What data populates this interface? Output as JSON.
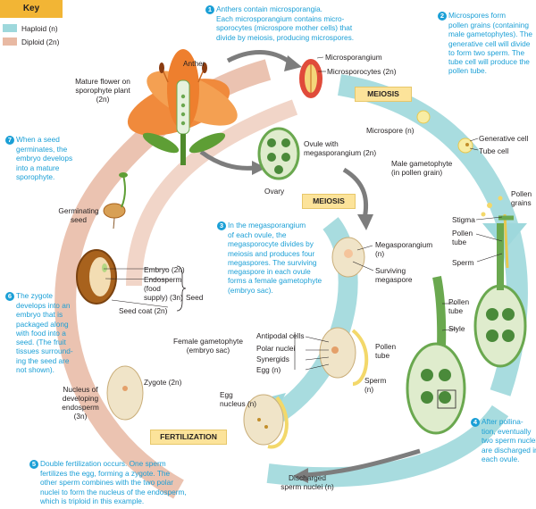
{
  "key": {
    "title": "Key",
    "haploid": "Haploid (n)",
    "diploid": "Diploid (2n)",
    "haploid_color": "#9ed8dc",
    "diploid_color": "#e8b9a3"
  },
  "stages": {
    "meiosis_top": "MEIOSIS",
    "meiosis_mid": "MEIOSIS",
    "fertilization": "FERTILIZATION"
  },
  "steps": {
    "s1": {
      "num": "1",
      "lines": [
        "Anthers contain microsporangia.",
        "Each microsporangium contains micro-",
        "sporocytes (microspore mother cells) that",
        "divide by meiosis, producing microspores."
      ]
    },
    "s2": {
      "num": "2",
      "lines": [
        "Microspores form",
        "pollen grains (containing",
        "male gametophytes). The",
        "generative cell will divide",
        "to form two sperm. The",
        "tube cell will produce the",
        "pollen tube."
      ]
    },
    "s3": {
      "num": "3",
      "lines": [
        "In the megasporangium",
        "of each ovule, the",
        "megasporocyte divides by",
        "meiosis and produces four",
        "megaspores. The surviving",
        "megaspore in each ovule",
        "forms a female gametophyte",
        "(embryo sac)."
      ]
    },
    "s4": {
      "num": "4",
      "lines": [
        "After pollina-",
        "tion, eventually",
        "two sperm nuclei",
        "are discharged in",
        "each ovule."
      ]
    },
    "s5": {
      "num": "5",
      "lines": [
        "Double fertilization occurs. One sperm",
        "fertilizes the egg, forming a zygote. The",
        "other sperm combines with the two polar",
        "nuclei to form the nucleus of the endosperm,",
        "which is triploid in this example."
      ]
    },
    "s6": {
      "num": "6",
      "lines": [
        "The zygote",
        "develops into an",
        "embryo that is",
        "packaged along",
        "with food into a",
        "seed. (The fruit",
        "tissues surround-",
        "ing the seed are",
        "not shown)."
      ]
    },
    "s7": {
      "num": "7",
      "lines": [
        "When a seed",
        "germinates, the",
        "embryo develops",
        "into a mature",
        "sporophyte."
      ]
    }
  },
  "labels": {
    "anther": "Anther",
    "mature_flower": [
      "Mature flower on",
      "sporophyte plant",
      "(2n)"
    ],
    "microsporangium": "Microsporangium",
    "microsporocytes": "Microsporocytes (2n)",
    "microspore": "Microspore (n)",
    "generative_cell": "Generative cell",
    "tube_cell": "Tube cell",
    "male_gametophyte": [
      "Male gametophyte",
      "(in pollen grain)"
    ],
    "pollen_grains": [
      "Pollen",
      "grains"
    ],
    "stigma": "Stigma",
    "pollen_tube_1": [
      "Pollen",
      "tube"
    ],
    "sperm_1": "Sperm",
    "pollen_tube_2": [
      "Pollen",
      "tube"
    ],
    "style": "Style",
    "ovule": [
      "Ovule with",
      "megasporangium (2n)"
    ],
    "ovary": "Ovary",
    "megasporangium": [
      "Megasporangium",
      "(n)"
    ],
    "surviving_megaspore": [
      "Surviving",
      "megaspore"
    ],
    "female_gametophyte": [
      "Female gametophyte",
      "(embryo sac)"
    ],
    "antipodal": "Antipodal cells",
    "polar": "Polar nuclei",
    "synergids": "Synergids",
    "egg": "Egg (n)",
    "pollen_tube_3": [
      "Pollen",
      "tube"
    ],
    "sperm_2": [
      "Sperm",
      "(n)"
    ],
    "egg_nucleus": [
      "Egg",
      "nucleus (n)"
    ],
    "discharged": [
      "Discharged",
      "sperm nuclei (n)"
    ],
    "zygote": "Zygote (2n)",
    "nucleus_endosperm": [
      "Nucleus of",
      "developing",
      "endosperm",
      "(3n)"
    ],
    "embryo": "Embryo (2n)",
    "endosperm": [
      "Endosperm",
      "(food",
      "supply) (3n)"
    ],
    "seed_coat": "Seed coat (2n)",
    "seed": "Seed",
    "germinating": [
      "Germinating",
      "seed"
    ]
  }
}
